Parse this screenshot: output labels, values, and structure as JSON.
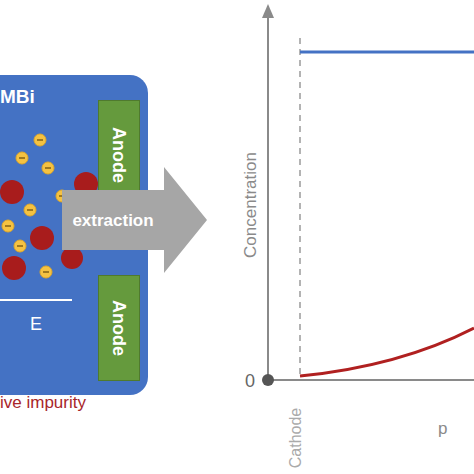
{
  "diagram": {
    "nodes": [
      {
        "text": [
          "MBi"
        ]
      },
      {
        "text": [
          "Anode"
        ],
        "in": 0
      },
      {
        "text": [
          "Anode"
        ],
        "in": 0
      },
      {
        "text": [
          "extraction"
        ]
      }
    ],
    "labels": [
      "E",
      "ive impurity",
      "Concentration",
      "0",
      "Cathode",
      "p"
    ]
  }
}
